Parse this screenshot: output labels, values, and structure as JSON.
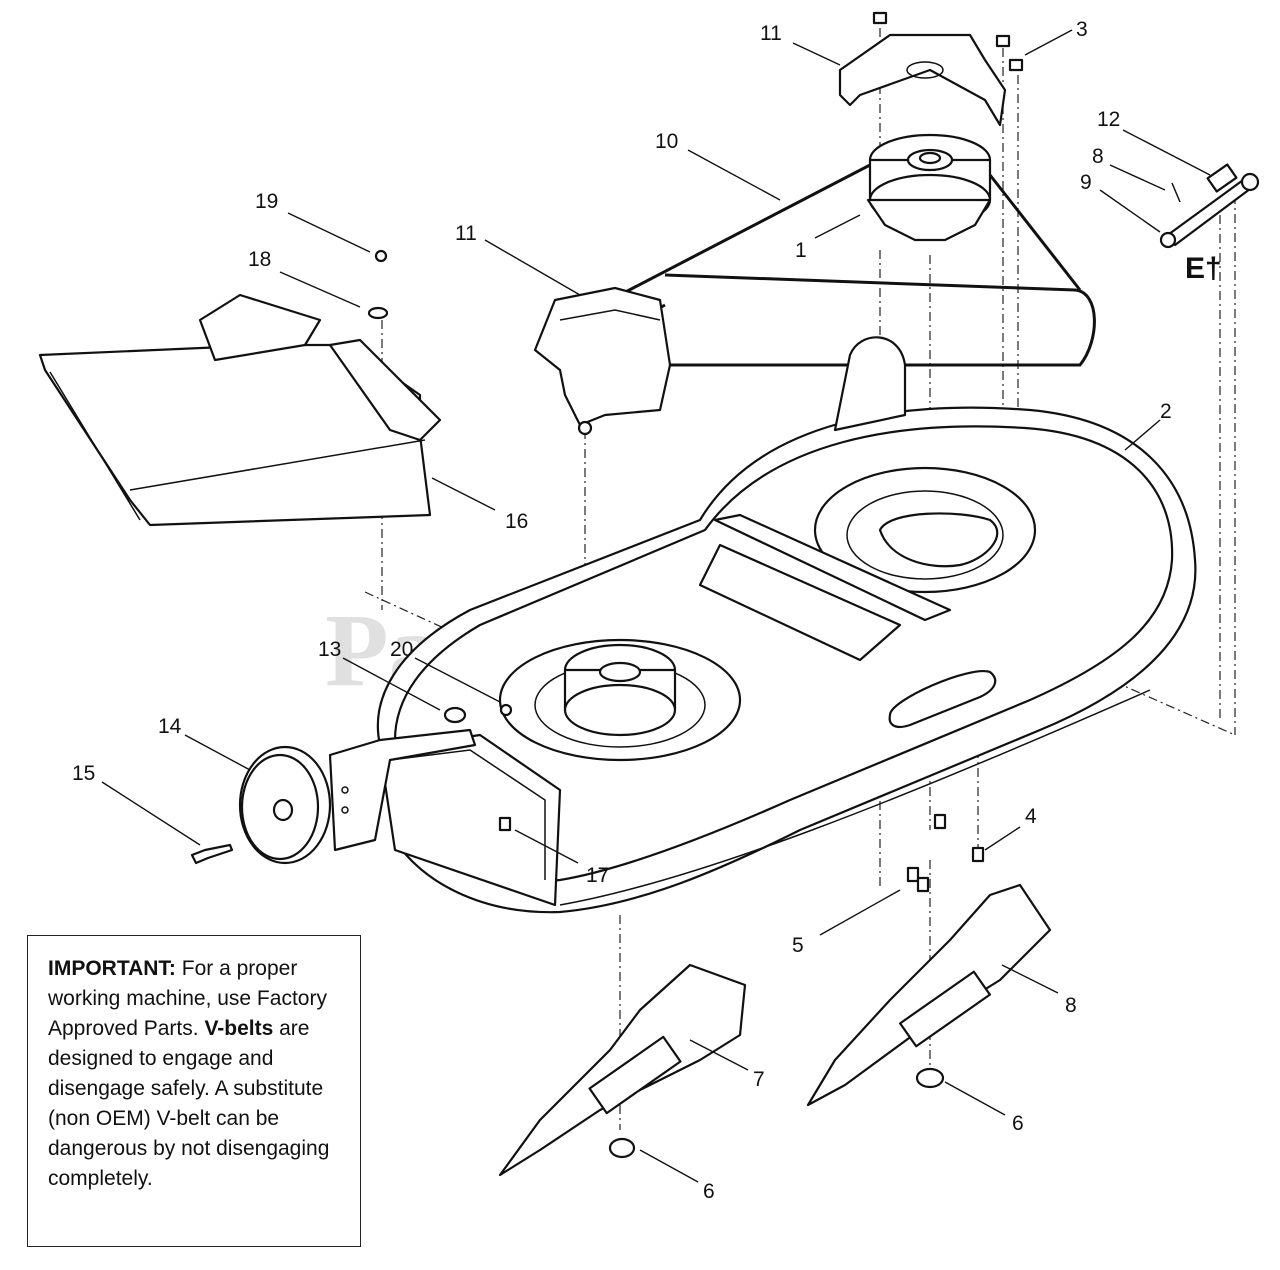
{
  "watermark": "PartsTree",
  "callouts": [
    {
      "id": "c1",
      "text": "1"
    },
    {
      "id": "c2",
      "text": "2"
    },
    {
      "id": "c3",
      "text": "3"
    },
    {
      "id": "c4",
      "text": "4"
    },
    {
      "id": "c5",
      "text": "5"
    },
    {
      "id": "c6a",
      "text": "6"
    },
    {
      "id": "c6b",
      "text": "6"
    },
    {
      "id": "c7",
      "text": "7"
    },
    {
      "id": "c8a",
      "text": "8"
    },
    {
      "id": "c8b",
      "text": "8"
    },
    {
      "id": "c9",
      "text": "9"
    },
    {
      "id": "c10",
      "text": "10"
    },
    {
      "id": "c11a",
      "text": "11"
    },
    {
      "id": "c11b",
      "text": "11"
    },
    {
      "id": "c12",
      "text": "12"
    },
    {
      "id": "c13",
      "text": "13"
    },
    {
      "id": "c14",
      "text": "14"
    },
    {
      "id": "c15",
      "text": "15"
    },
    {
      "id": "c16",
      "text": "16"
    },
    {
      "id": "c17",
      "text": "17"
    },
    {
      "id": "c18",
      "text": "18"
    },
    {
      "id": "c19",
      "text": "19"
    },
    {
      "id": "c20",
      "text": "20"
    }
  ],
  "e_mark": "E†",
  "notice": {
    "important_label": "IMPORTANT:",
    "important_text": " For a proper working machine, use Factory Approved Parts.",
    "vbelts_label": "V-belts",
    "vbelts_text": " are designed to engage and disengage safely. A substitute (non OEM) V-belt can be dangerous by not disengaging completely."
  }
}
